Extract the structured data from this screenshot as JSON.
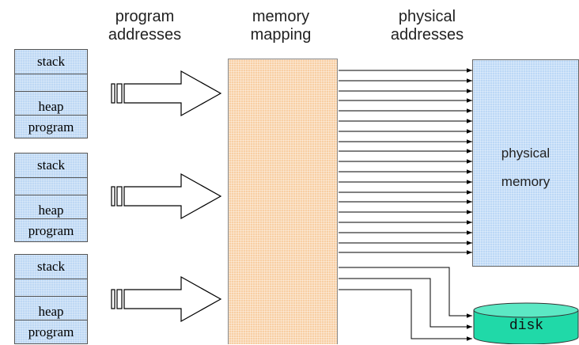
{
  "headers": {
    "program_addresses": "program\naddresses",
    "memory_mapping": "memory\nmapping",
    "physical_addresses": "physical\naddresses"
  },
  "processes": [
    {
      "segments": [
        "stack",
        "",
        "heap",
        "program"
      ]
    },
    {
      "segments": [
        "stack",
        "",
        "heap",
        "program"
      ]
    },
    {
      "segments": [
        "stack",
        "",
        "heap",
        "program"
      ]
    }
  ],
  "physical_memory": {
    "label": "physical\nmemory"
  },
  "disk": {
    "label": "disk"
  },
  "colors": {
    "process_fill": "#bed8f4",
    "mapping_fill": "#f8cfa4",
    "physical_memory_fill": "#bcd8f6",
    "disk_fill": "#20d9a8",
    "disk_top": "#5ce8c4"
  }
}
